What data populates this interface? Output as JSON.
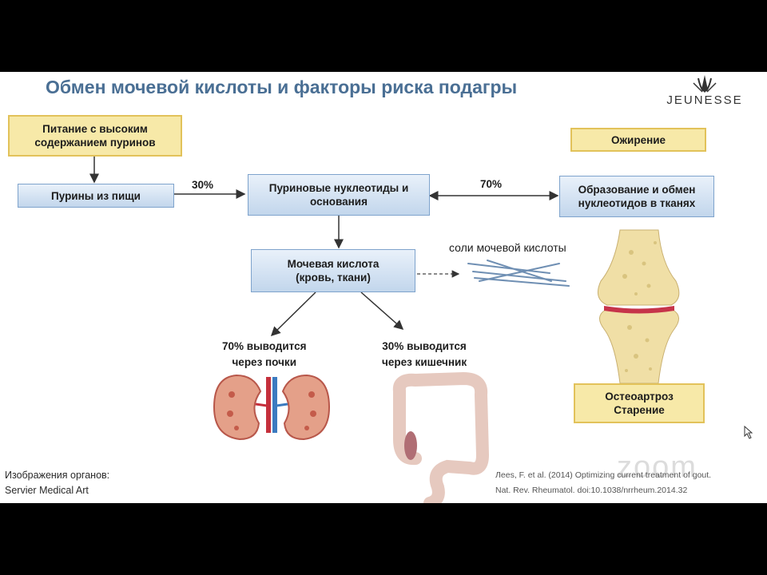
{
  "title": "Обмен мочевой кислоты и факторы риска подагры",
  "brand": {
    "name": "JEUNESSE"
  },
  "boxes": {
    "diet": "Питание с высоким содержанием пуринов",
    "food_purines": "Пурины из пищи",
    "nucleotides": "Пуриновые нуклеотиды и основания",
    "tissue": "Образование и обмен нуклеотидов в тканях",
    "obesity": "Ожирение",
    "uric_acid_line1": "Мочевая кислота",
    "uric_acid_line2": "(кровь, ткани)",
    "osteo_line1": "Остеоартроз",
    "osteo_line2": "Старение"
  },
  "flows": {
    "food_to_nucleotides": "30%",
    "tissue_to_nucleotides": "70%"
  },
  "labels": {
    "crystals": "соли мочевой кислоты",
    "kidney_line1": "70% выводится",
    "kidney_line2": "через почки",
    "gut_line1": "30% выводится",
    "gut_line2": "через кишечник"
  },
  "credits": {
    "left_line1": "Изображения органов:",
    "left_line2": "Servier Medical Art",
    "right_line1": "Лees, F. et al. (2014) Optimizing current treatment of gout.",
    "right_line2": "Nat. Rev. Rheumatol. doi:10.1038/nrrheum.2014.32"
  },
  "watermark": "zoom",
  "colors": {
    "title": "#4a6f94",
    "yellow_box": "#f7e9a8",
    "blue_box": "#c2d6ec"
  }
}
